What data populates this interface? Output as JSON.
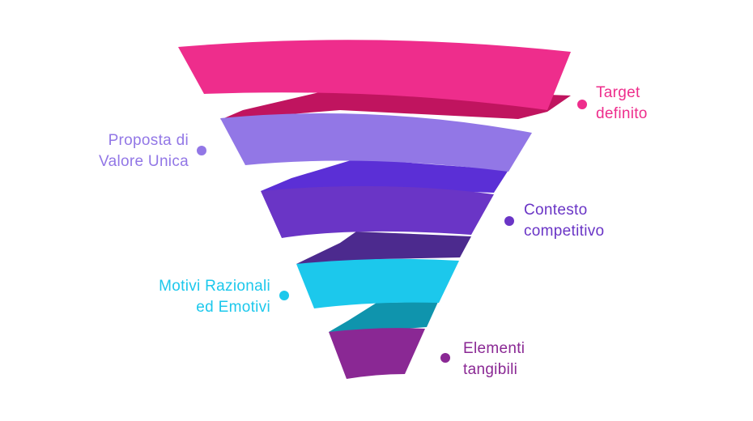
{
  "funnel": {
    "colors": {
      "target": "#ee2d8c",
      "target_shadow": "#c0145f",
      "proposta": "#9277e6",
      "proposta_shadow": "#5b2fd6",
      "contesto": "#6a35c6",
      "contesto_shadow": "#4c2a8e",
      "motivi": "#1cc8ec",
      "motivi_shadow": "#0f94ad",
      "elementi": "#8a2894"
    },
    "labels": [
      {
        "id": "target",
        "lines": [
          "Target",
          "definito"
        ],
        "color": "#ee2d8c"
      },
      {
        "id": "proposta",
        "lines": [
          "Proposta di",
          "Valore Unica"
        ],
        "color": "#9277e6"
      },
      {
        "id": "contesto",
        "lines": [
          "Contesto",
          "competitivo"
        ],
        "color": "#6a35c6"
      },
      {
        "id": "motivi",
        "lines": [
          "Motivi Razionali",
          "ed Emotivi"
        ],
        "color": "#1cc8ec"
      },
      {
        "id": "elementi",
        "lines": [
          "Elementi",
          "tangibili"
        ],
        "color": "#8a2894"
      }
    ]
  }
}
